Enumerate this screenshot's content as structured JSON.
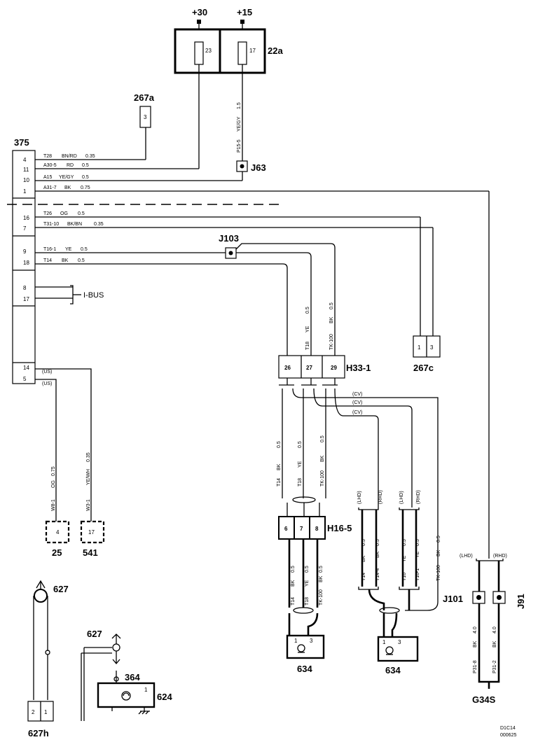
{
  "power": {
    "v30": "+30",
    "v15": "+15"
  },
  "fusebox": {
    "label": "22a",
    "fuse_a": "23",
    "fuse_b": "17"
  },
  "conn_267a": {
    "label": "267a",
    "pin": "3"
  },
  "ecu": {
    "label": "375",
    "pins": [
      "4",
      "11",
      "10",
      "1",
      "16",
      "7",
      "9",
      "18",
      "8",
      "17",
      "14",
      "5"
    ]
  },
  "wires_top": [
    {
      "id": "T28",
      "color": "BN/RD",
      "size": "0.35"
    },
    {
      "id": "A30-5",
      "color": "RD",
      "size": "0.5"
    },
    {
      "id": "A15",
      "color": "YE/GY",
      "size": "0.5"
    },
    {
      "id": "A31-7",
      "color": "BK",
      "size": "0.75"
    }
  ],
  "wires_mid": [
    {
      "id": "T26",
      "color": "OG",
      "size": "0.5"
    },
    {
      "id": "T31-10",
      "color": "BK/BN",
      "size": "0.35"
    },
    {
      "id": "T16-1",
      "color": "YE",
      "size": "0.5"
    },
    {
      "id": "T14",
      "color": "BK",
      "size": "0.5"
    }
  ],
  "wire_15": {
    "id": "P15-5",
    "color": "YE/GY",
    "size": "1.5"
  },
  "ibus": "I-BUS",
  "us_a": "(US)",
  "us_b": "(US)",
  "splice_j63": "J63",
  "splice_j103": "J103",
  "h33": {
    "label": "H33-1",
    "pins": [
      "26",
      "27",
      "29"
    ]
  },
  "h33_wires": [
    {
      "id": "T18",
      "color": "YE",
      "size": "0.5"
    },
    {
      "id": "TK-100",
      "color": "BK",
      "size": "0.5"
    }
  ],
  "conn_267c": {
    "label": "267c",
    "pins": [
      "1",
      "3"
    ]
  },
  "cv": [
    "(CV)",
    "(CV)",
    "(CV)"
  ],
  "h33_down": [
    {
      "id": "T14",
      "color": "BK",
      "size": "0.5"
    },
    {
      "id": "T18",
      "color": "YE",
      "size": "0.5"
    },
    {
      "id": "TK-100",
      "color": "BK",
      "size": "0.5"
    }
  ],
  "h16": {
    "label": "H16-5",
    "pins": [
      "6",
      "7",
      "8"
    ]
  },
  "h16_down": [
    {
      "id": "T14",
      "color": "BK",
      "size": "0.5"
    },
    {
      "id": "T18",
      "color": "YE",
      "size": "0.5"
    },
    {
      "id": "TK-100",
      "color": "BK",
      "size": "0.5"
    }
  ],
  "side_wires": [
    {
      "id": "T14",
      "color": "BK",
      "size": "0.5"
    },
    {
      "id": "T14-4",
      "color": "BK",
      "size": "0.5"
    },
    {
      "id": "T16",
      "color": "YE",
      "size": "0.5"
    },
    {
      "id": "T16-1",
      "color": "YE",
      "size": "0.5"
    },
    {
      "id": "TK-100",
      "color": "BK",
      "size": "0.5"
    }
  ],
  "lhd": "(LHD)",
  "rhd": "(RHD)",
  "lhd2": "(LHD)",
  "rhd2": "(RHD)",
  "lhd3": "(LHD)",
  "rhd3": "(RHD)",
  "wires_25_541": [
    {
      "id": "W8-1",
      "color": "OG",
      "size": "0.75"
    },
    {
      "id": "W3-1",
      "color": "YE/WH",
      "size": "0.35"
    }
  ],
  "comp_25": {
    "label": "25",
    "pin": "4"
  },
  "comp_541": {
    "label": "541",
    "pin": "17"
  },
  "speaker_a": {
    "label": "634",
    "pins": [
      "1",
      "3"
    ]
  },
  "speaker_b": {
    "label": "634",
    "pins": [
      "1",
      "3"
    ]
  },
  "ground_wires": [
    {
      "id": "P31-8",
      "color": "BK",
      "size": "4.0"
    },
    {
      "id": "P31-2",
      "color": "BK",
      "size": "4.0"
    }
  ],
  "j101": "J101",
  "j91": "J91",
  "ground": "G34S",
  "antenna": {
    "label_a": "627",
    "label_b": "627",
    "conn": "627h",
    "conn_pins": [
      "2",
      "1"
    ]
  },
  "radio": {
    "label": "624",
    "pin": "1",
    "ref": "364"
  },
  "footer": {
    "code1": "D1C14",
    "code2": "000625"
  }
}
